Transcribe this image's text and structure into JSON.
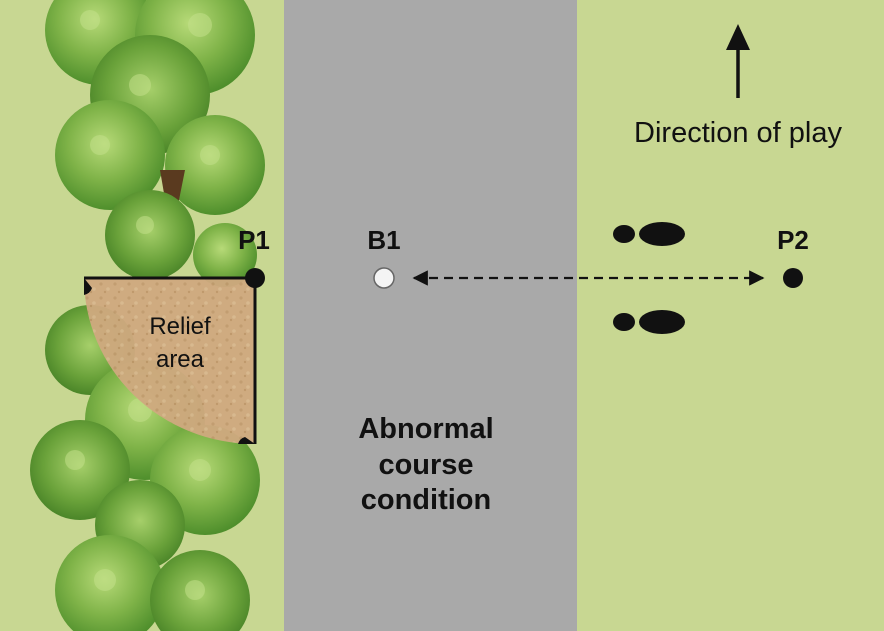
{
  "labels": {
    "relief_line1": "Relief",
    "relief_line2": "area",
    "abnormal_line1": "Abnormal",
    "abnormal_line2": "course",
    "abnormal_line3": "condition",
    "direction": "Direction of play",
    "p1": "P1",
    "b1": "B1",
    "p2": "P2"
  },
  "icons": {
    "direction_arrow": "arrow-up-icon",
    "footprints": "footprints-icon",
    "ball": "golf-ball-icon",
    "bushes": "bushes-icon"
  },
  "colors": {
    "grass": "#c8d792",
    "road": "#a9a9a9",
    "relief_area": "#cfa97f",
    "bush_dark": "#4f8f2c",
    "bush_mid": "#7fb348",
    "bush_light": "#a6cf6a",
    "ink": "#111111",
    "ball": "#f4f4f4"
  }
}
